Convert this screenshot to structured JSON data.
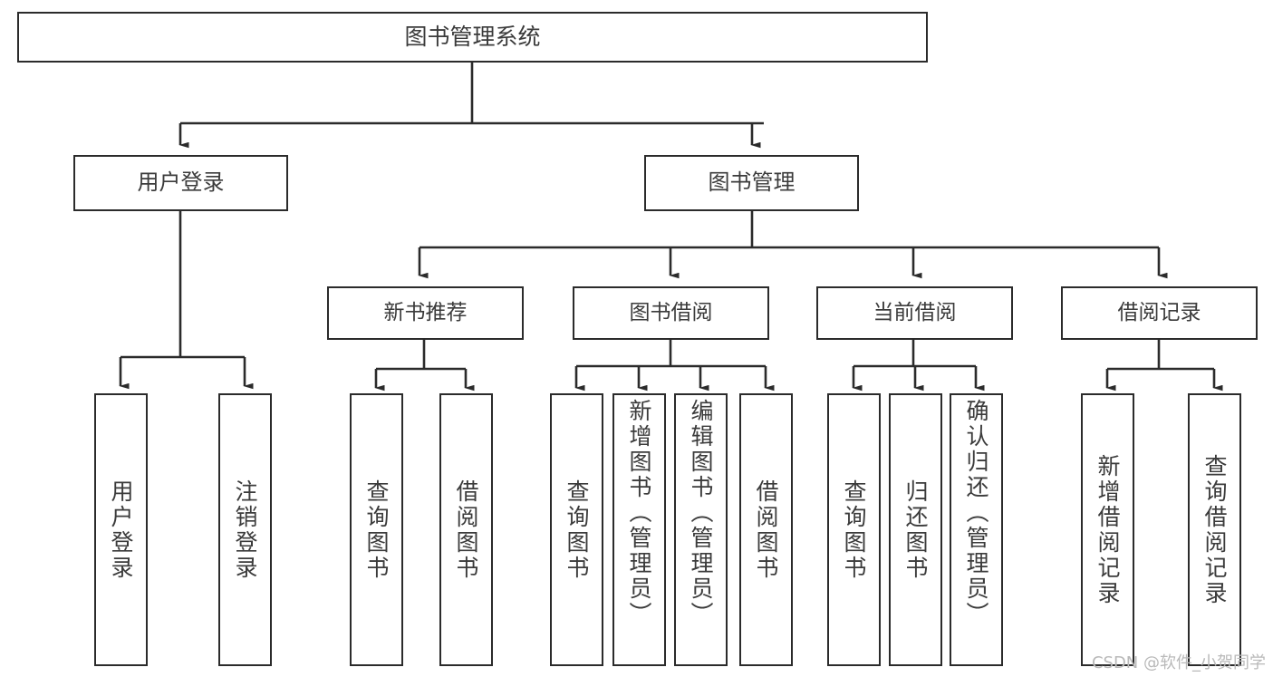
{
  "diagram": {
    "type": "tree-hierarchy-flowchart",
    "title": "图书管理系统",
    "colors": {
      "box_border": "#2b2b2b",
      "box_fill": "#ffffff",
      "connector": "#2b2b2b",
      "text": "#3b3b3b",
      "watermark": "#b9b9b9",
      "background": "#ffffff"
    },
    "root": {
      "label": "图书管理系统"
    },
    "level1": [
      {
        "label": "用户登录"
      },
      {
        "label": "图书管理"
      }
    ],
    "level2": [
      {
        "label": "新书推荐"
      },
      {
        "label": "图书借阅"
      },
      {
        "label": "当前借阅"
      },
      {
        "label": "借阅记录"
      }
    ],
    "leaves": [
      {
        "label": "用户登录",
        "parent": "用户登录"
      },
      {
        "label": "注销登录",
        "parent": "用户登录"
      },
      {
        "label": "查询图书",
        "parent": "新书推荐"
      },
      {
        "label": "借阅图书",
        "parent": "新书推荐"
      },
      {
        "label": "查询图书",
        "parent": "图书借阅"
      },
      {
        "label": "新增图书（管理员）",
        "parent": "图书借阅"
      },
      {
        "label": "编辑图书（管理员）",
        "parent": "图书借阅"
      },
      {
        "label": "借阅图书",
        "parent": "图书借阅"
      },
      {
        "label": "查询图书",
        "parent": "当前借阅"
      },
      {
        "label": "归还图书",
        "parent": "当前借阅"
      },
      {
        "label": "确认归还（管理员）",
        "parent": "当前借阅"
      },
      {
        "label": "新增借阅记录",
        "parent": "借阅记录"
      },
      {
        "label": "查询借阅记录",
        "parent": "借阅记录"
      }
    ]
  },
  "watermark": {
    "text": "CSDN @软件_小贺同学"
  }
}
